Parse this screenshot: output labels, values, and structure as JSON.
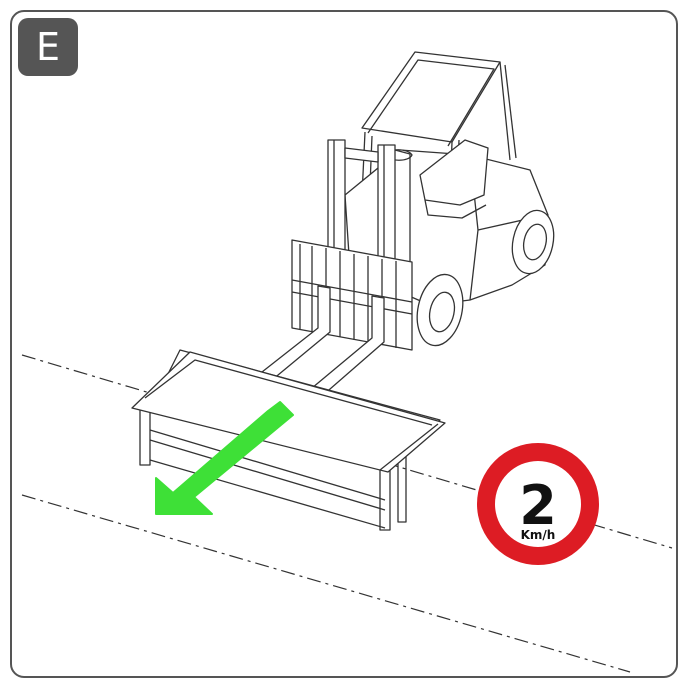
{
  "step_label": "E",
  "speed_sign": {
    "value": "2",
    "unit": "Km/h",
    "ring_color": "#dd1c24"
  },
  "direction_arrow": {
    "color": "#3ee037",
    "icon": "arrow-down-left-icon"
  },
  "colors": {
    "frame": "#555555",
    "line": "#333333"
  }
}
